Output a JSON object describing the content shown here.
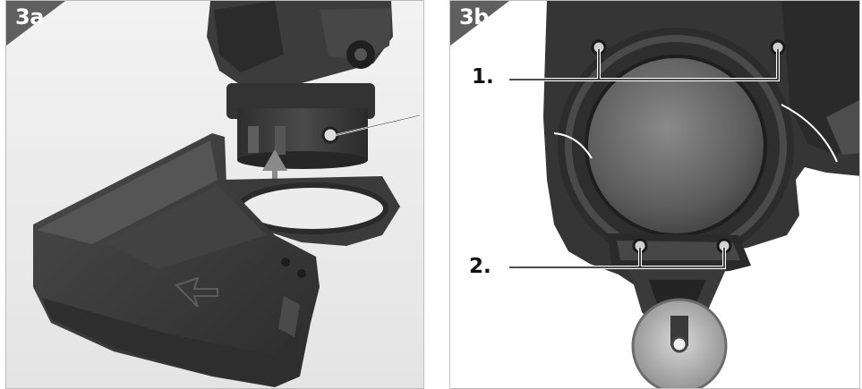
{
  "figures": [
    {
      "id": "3a",
      "label": "3a"
    },
    {
      "id": "3b",
      "label": "3b"
    }
  ],
  "callouts": {
    "one": "1.",
    "two": "2."
  },
  "colors": {
    "tag_fill": "#5f5f5f",
    "plastic_dark": "#3a3a3a",
    "background": "#ffffff"
  }
}
